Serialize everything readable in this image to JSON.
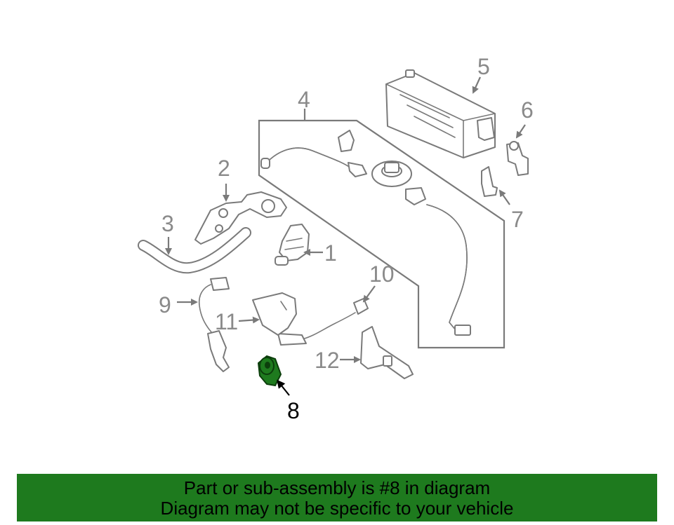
{
  "callouts": [
    "1",
    "2",
    "3",
    "4",
    "5",
    "6",
    "7",
    "8",
    "9",
    "10",
    "11",
    "12"
  ],
  "highlighted_part": "8",
  "colors": {
    "banner_bg": "#1e7a1e",
    "highlight_fill": "#1e7a1e",
    "line_gray": "#7a7a7a"
  },
  "banner": {
    "line1": "Part or sub-assembly is #8 in diagram",
    "line2": "Diagram may not be specific to your vehicle"
  }
}
